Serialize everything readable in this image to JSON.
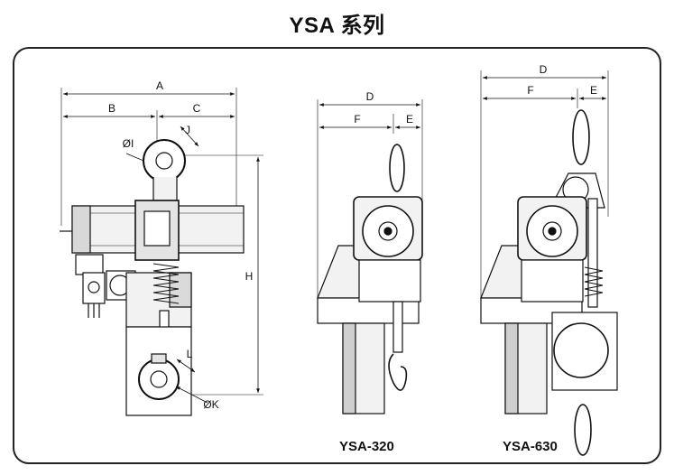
{
  "title": "YSA 系列",
  "dimensions": {
    "A": "A",
    "B": "B",
    "C": "C",
    "D": "D",
    "E": "E",
    "F": "F",
    "H": "H",
    "J": "J",
    "L": "L",
    "I": "ØI",
    "K": "ØK"
  },
  "models": {
    "middle": "YSA-320",
    "right": "YSA-630"
  },
  "colors": {
    "line": "#111111",
    "body_fill": "#f2f2f2",
    "shade": "#9a9a9a"
  }
}
